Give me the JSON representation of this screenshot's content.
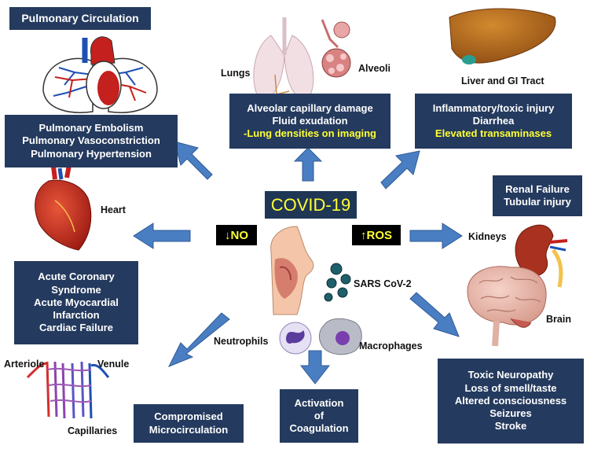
{
  "center": {
    "title": "COVID-19"
  },
  "markers": {
    "no": "↓NO",
    "ros": "↑ROS"
  },
  "labels": {
    "lungs": "Lungs",
    "alveoli": "Alveoli",
    "liver": "Liver and GI Tract",
    "heart": "Heart",
    "kidneys": "Kidneys",
    "sars": "SARS CoV-2",
    "neutrophils": "Neutrophils",
    "macrophages": "Macrophages",
    "brain": "Brain",
    "arteriole": "Arteriole",
    "venule": "Venule",
    "capillaries": "Capillaries"
  },
  "boxes": {
    "pulmonary_circ_title": "Pulmonary Circulation",
    "pulmonary": [
      "Pulmonary Embolism",
      "Pulmonary Vasoconstriction",
      "Pulmonary Hypertension"
    ],
    "lungs": [
      "Alveolar capillary damage",
      "Fluid exudation",
      "-Lung densities on imaging"
    ],
    "liver": [
      "Inflammatory/toxic injury",
      "Diarrhea",
      "Elevated transaminases"
    ],
    "renal": [
      "Renal Failure",
      "Tubular injury"
    ],
    "heart": [
      "Acute Coronary",
      "Syndrome",
      "Acute Myocardial",
      "Infarction",
      "Cardiac Failure"
    ],
    "brain": [
      "Toxic Neuropathy",
      "Loss of smell/taste",
      "Altered consciousness",
      "Seizures",
      "Stroke"
    ],
    "coag": [
      "Activation",
      "of",
      "Coagulation"
    ],
    "micro": [
      "Compromised",
      "Microcirculation"
    ]
  },
  "colors": {
    "box_bg": "#243a5e",
    "highlight_text": "#ffff33",
    "arrow": "#4a7ec2"
  }
}
